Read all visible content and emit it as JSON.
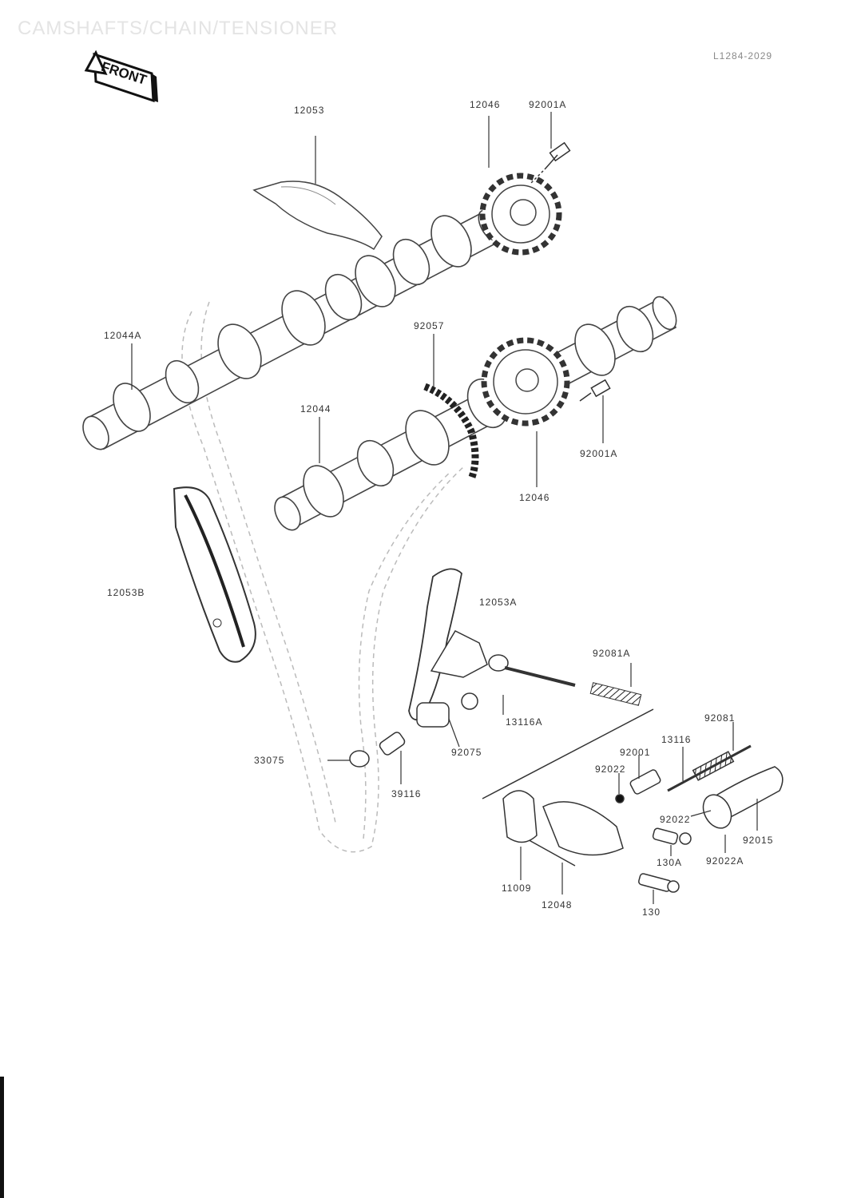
{
  "header": {
    "title": "CAMSHAFTS/CHAIN/TENSIONER",
    "diagram_code": "L1284-2029"
  },
  "front_marker": {
    "label": "FRONT"
  },
  "parts": {
    "p12053": "12053",
    "p12046a": "12046",
    "p92001a_top": "92001A",
    "p12044a": "12044A",
    "p92057": "92057",
    "p12044": "12044",
    "p92001a_mid": "92001A",
    "p12046b": "12046",
    "p12053b": "12053B",
    "p12053a": "12053A",
    "p92081a": "92081A",
    "p13116a": "13116A",
    "p92075": "92075",
    "p33075": "33075",
    "p39116": "39116",
    "p92081": "92081",
    "p13116": "13116",
    "p92001": "92001",
    "p92022": "92022",
    "p92022b": "92022",
    "p92015": "92015",
    "p92022a": "92022A",
    "p130a": "130A",
    "p130": "130",
    "p11009": "11009",
    "p12048": "12048"
  }
}
